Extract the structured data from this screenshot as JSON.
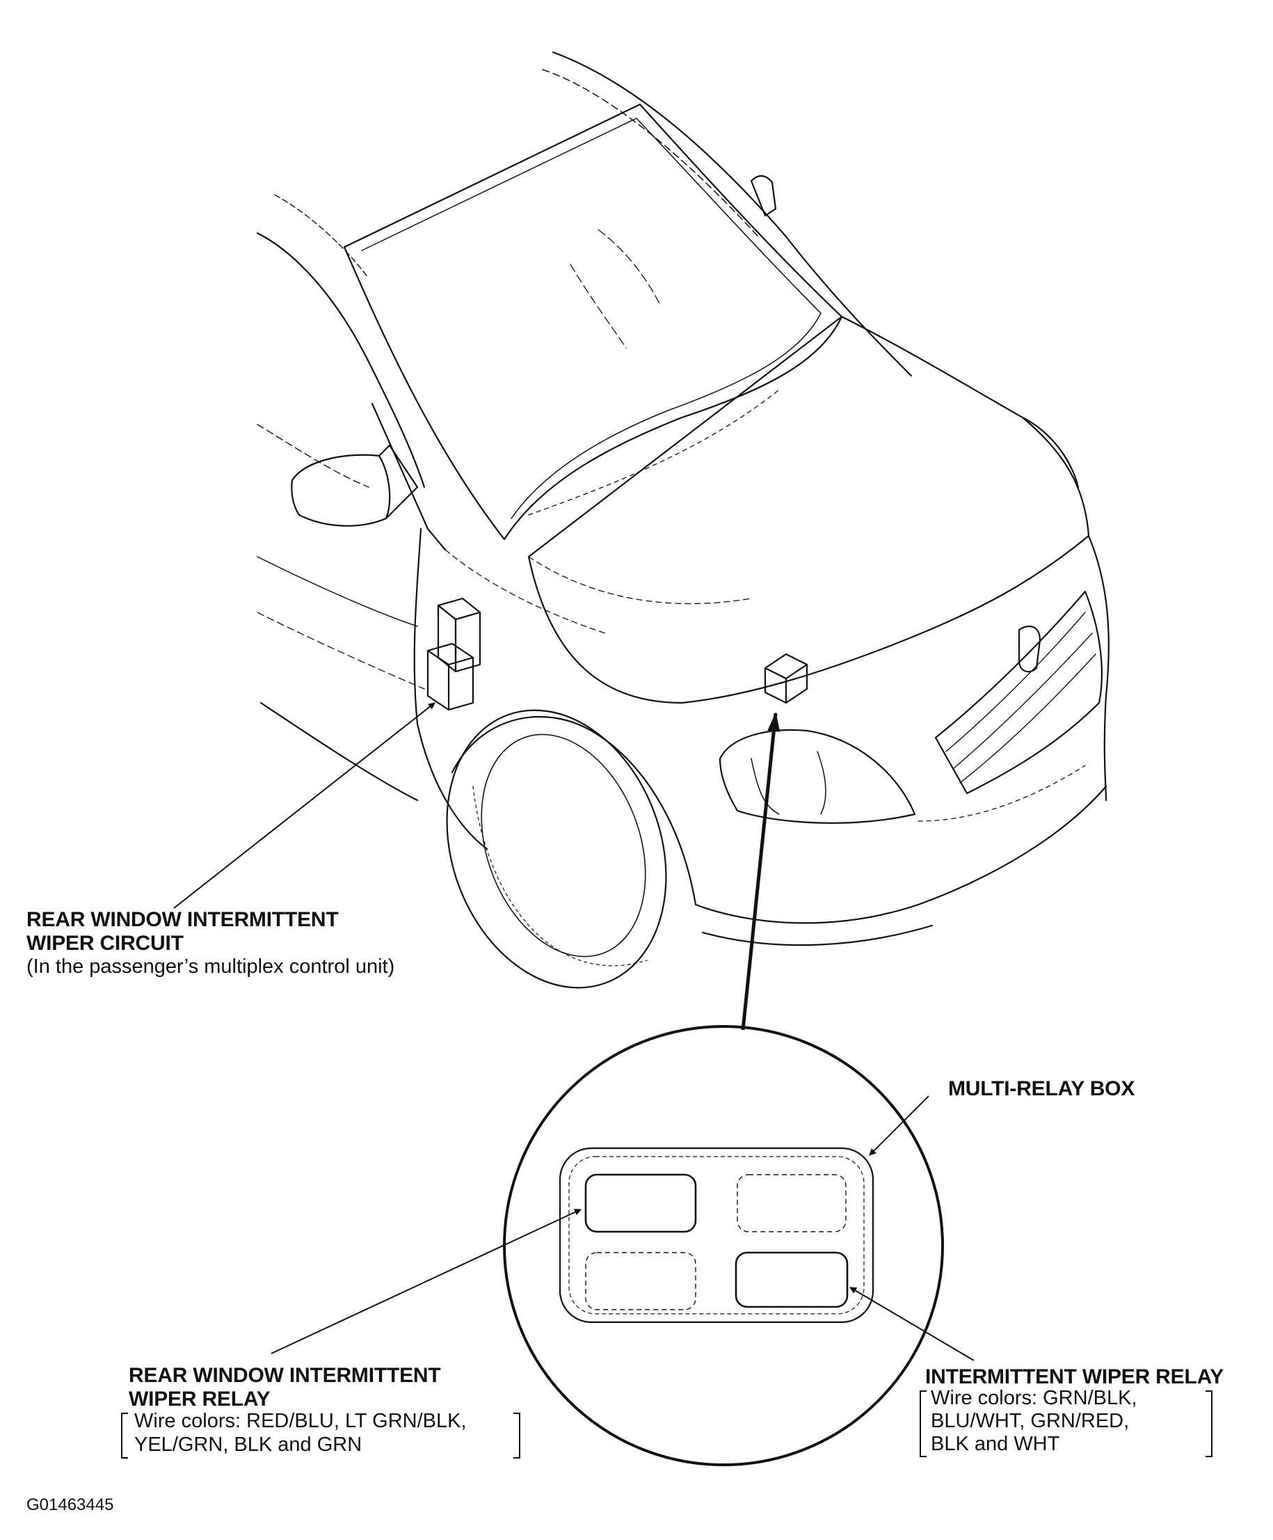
{
  "callouts": {
    "rear_circuit": {
      "title_line1": "REAR WINDOW INTERMITTENT",
      "title_line2": "WIPER CIRCUIT",
      "note": "(In the passenger’s multiplex control unit)"
    },
    "multi_relay_box": {
      "title": "MULTI-RELAY BOX"
    },
    "rear_relay": {
      "title_line1": "REAR WINDOW INTERMITTENT",
      "title_line2": "WIPER RELAY",
      "wire_line1": "Wire colors: RED/BLU, LT GRN/BLK,",
      "wire_line2": "YEL/GRN, BLK and GRN"
    },
    "intermittent_relay": {
      "title": "INTERMITTENT WIPER RELAY",
      "wire_line1": "Wire colors: GRN/BLK,",
      "wire_line2": "BLU/WHT, GRN/RED,",
      "wire_line3": "BLK and WHT"
    }
  },
  "figure_id": "G01463445",
  "line_color": "#111111"
}
